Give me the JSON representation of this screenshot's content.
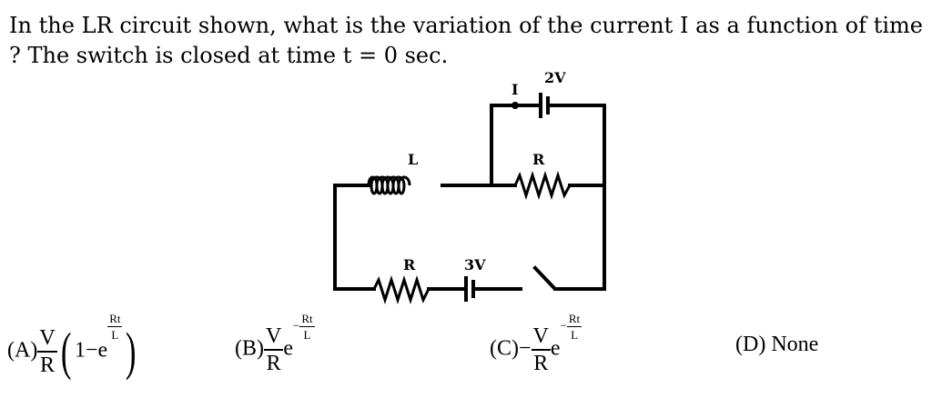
{
  "question": {
    "text": "In the LR circuit shown, what is the variation of the current I as a function of time ? The switch is closed at time t = 0 sec."
  },
  "circuit": {
    "label_current": "I",
    "label_top_battery": "2V",
    "label_inductor": "L",
    "label_top_resistor": "R",
    "label_bottom_resistor": "R",
    "label_bottom_battery": "3V"
  },
  "options": {
    "a": {
      "label": "(A)",
      "num": "V",
      "den": "R",
      "one_minus": "1−e",
      "exp_num": "Rt",
      "exp_den": "L",
      "paren_open": "(",
      "paren_close": ")"
    },
    "b": {
      "label": "(B)",
      "num": "V",
      "den": "R",
      "e": "e",
      "exp_minus": "−",
      "exp_num": "Rt",
      "exp_den": "L"
    },
    "c": {
      "label": "(C)",
      "minus": "−",
      "num": "V",
      "den": "R",
      "e": "e",
      "exp_minus": "−",
      "exp_num": "Rt",
      "exp_den": "L"
    },
    "d": {
      "label": "(D) None"
    }
  }
}
